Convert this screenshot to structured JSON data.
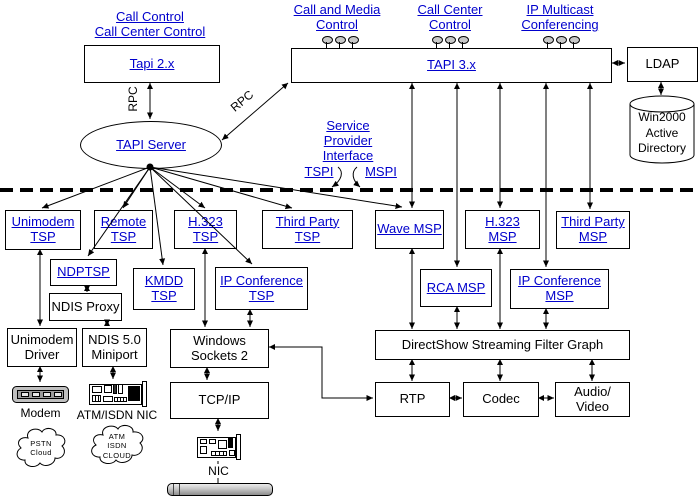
{
  "colors": {
    "link_blue": "#0000CC",
    "line_black": "#000000",
    "bar_gray": "#C0C0C0",
    "lollipop_gray": "#C8C8C8"
  },
  "headers": {
    "call_control": "Call Control\nCall Center Control",
    "call_and_media": "Call and Media\nControl",
    "call_center": "Call Center\nControl",
    "ip_multicast": "IP Multicast\nConferencing",
    "service_provider_interface": "Service\nProvider\nInterface",
    "tspi": "TSPI",
    "mspi": "MSPI",
    "rpc_left": "RPC",
    "rpc_right": "RPC"
  },
  "nodes": {
    "tapi2": "Tapi 2.x",
    "tapi3": "TAPI 3.x",
    "ldap": "LDAP",
    "active_directory": "Win2000\nActive\nDirectory",
    "tapi_server": "TAPI Server",
    "unimodem_tsp": "Unimodem\nTSP",
    "remote_tsp": "Remote\nTSP",
    "h323_tsp": "H.323 TSP",
    "third_party_tsp": "Third Party\nTSP",
    "ndptsp": "NDPTSP",
    "ndis_proxy": "NDIS Proxy",
    "kmdd_tsp": "KMDD\nTSP",
    "ip_conference_tsp": "IP Conference\nTSP",
    "wave_msp": "Wave MSP",
    "h323_msp": "H.323\nMSP",
    "third_party_msp": "Third Party\nMSP",
    "rca_msp": "RCA MSP",
    "ip_conference_msp": "IP Conference\nMSP",
    "unimodem_driver": "Unimodem\nDriver",
    "ndis_miniport": "NDIS 5.0\nMiniport",
    "windows_sockets": "Windows\nSockets 2",
    "tcpip": "TCP/IP",
    "directshow": "DirectShow Streaming Filter Graph",
    "rtp": "RTP",
    "codec": "Codec",
    "audio_video": "Audio/\nVideo"
  },
  "labels": {
    "modem": "Modem",
    "atm_isdn_nic": "ATM/ISDN NIC",
    "nic": "NIC",
    "pstn_cloud": "PSTN\nCloud",
    "atm_cloud": "ATM\nISDN\nCLOUD"
  },
  "icons": {
    "lollipop": "com-interface-lollipop",
    "modem": "modem-device",
    "atm_isdn_nic": "atm-isdn-network-card",
    "nic": "network-interface-card",
    "active_directory": "database-cylinder",
    "pstn_cloud": "network-cloud",
    "atm_cloud": "network-cloud",
    "wire": "ethernet-wire-segment"
  }
}
